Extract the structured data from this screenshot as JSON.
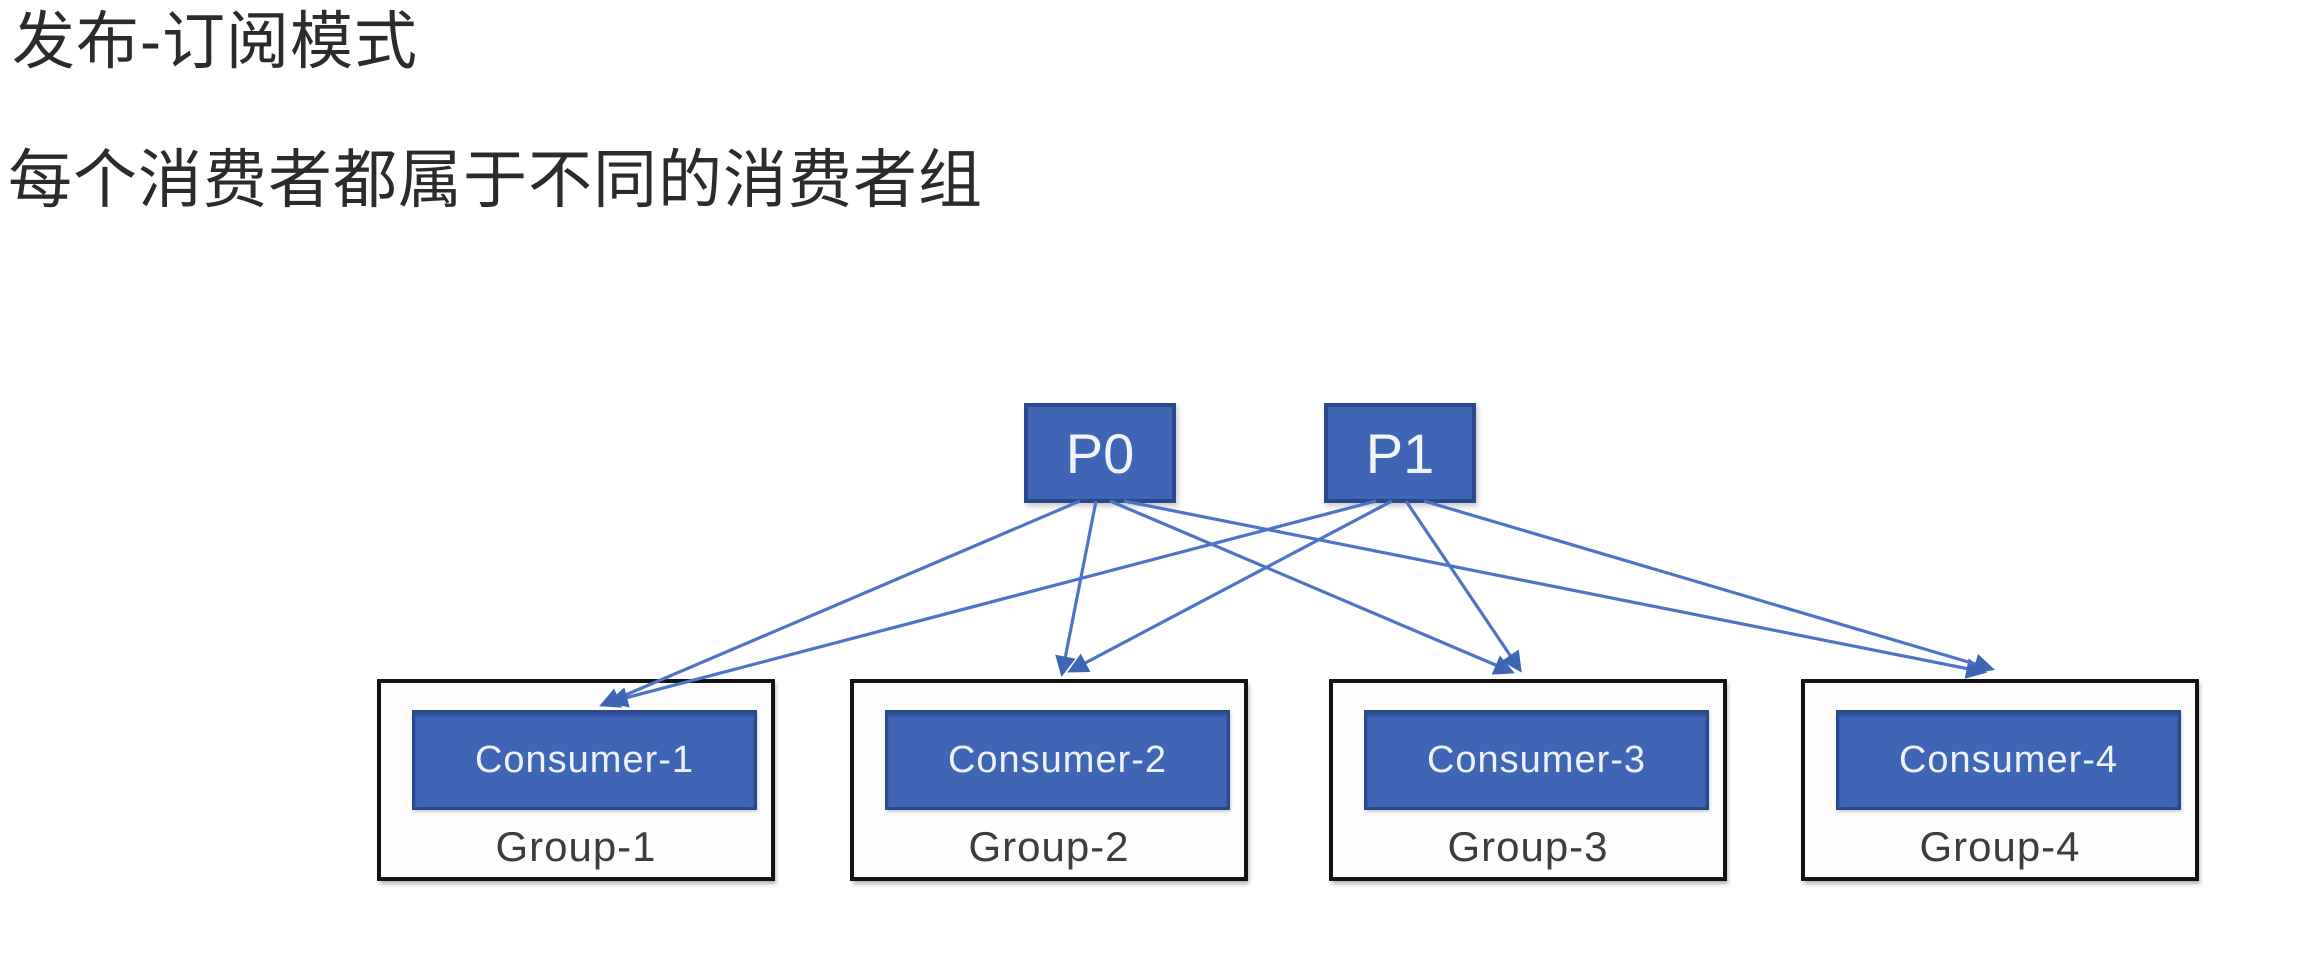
{
  "page": {
    "title": "发布-订阅模式",
    "subtitle": "每个消费者都属于不同的消费者组"
  },
  "diagram": {
    "partitions": [
      {
        "label": "P0"
      },
      {
        "label": "P1"
      }
    ],
    "consumer_groups": [
      {
        "consumer": "Consumer-1",
        "group": "Group-1"
      },
      {
        "consumer": "Consumer-2",
        "group": "Group-2"
      },
      {
        "consumer": "Consumer-3",
        "group": "Group-3"
      },
      {
        "consumer": "Consumer-4",
        "group": "Group-4"
      }
    ],
    "edges": [
      {
        "from": "P0",
        "to": "Consumer-1"
      },
      {
        "from": "P0",
        "to": "Consumer-2"
      },
      {
        "from": "P0",
        "to": "Consumer-3"
      },
      {
        "from": "P0",
        "to": "Consumer-4"
      },
      {
        "from": "P1",
        "to": "Consumer-1"
      },
      {
        "from": "P1",
        "to": "Consumer-2"
      },
      {
        "from": "P1",
        "to": "Consumer-3"
      },
      {
        "from": "P1",
        "to": "Consumer-4"
      }
    ],
    "colors": {
      "node_fill": "#3f65b5",
      "node_border": "#2b4a8b",
      "arrow": "#4d74c6",
      "group_border": "#141414",
      "group_fill": "#fdfdfe",
      "title_text": "#2b2b2b",
      "node_text": "#ffffff",
      "group_label_text": "#3d3d3d"
    }
  }
}
